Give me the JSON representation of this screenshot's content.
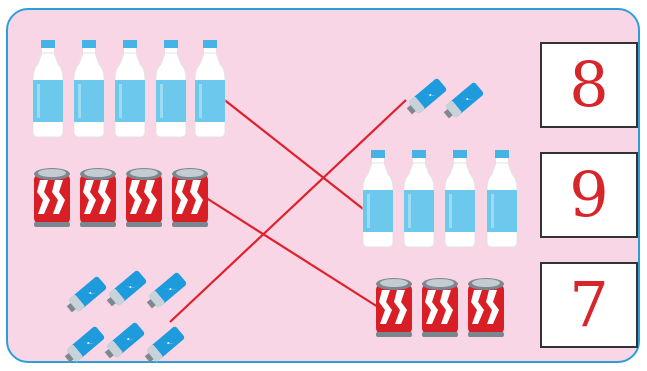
{
  "numbers": [
    "8",
    "9",
    "7"
  ],
  "groups": [
    {
      "id": "left-bottles",
      "item": "water-bottle-icon",
      "count": 5,
      "column": "left",
      "matches_right_group": "right-bottles"
    },
    {
      "id": "left-cans",
      "item": "soda-can-icon",
      "count": 4,
      "column": "left",
      "matches_right_group": "right-cans"
    },
    {
      "id": "left-batteries",
      "item": "battery-icon",
      "count": 6,
      "column": "left",
      "matches_right_group": "right-batteries"
    },
    {
      "id": "right-batteries",
      "item": "battery-icon",
      "count": 2,
      "column": "right"
    },
    {
      "id": "right-bottles",
      "item": "water-bottle-icon",
      "count": 4,
      "column": "right"
    },
    {
      "id": "right-cans",
      "item": "soda-can-icon",
      "count": 3,
      "column": "right"
    }
  ],
  "colors": {
    "board": "#f8d6e6",
    "border": "#2d9fd8",
    "line": "#e0202a",
    "number": "#d8252a",
    "bottle_body": "#6cc8ec",
    "can_body": "#d91f26"
  }
}
